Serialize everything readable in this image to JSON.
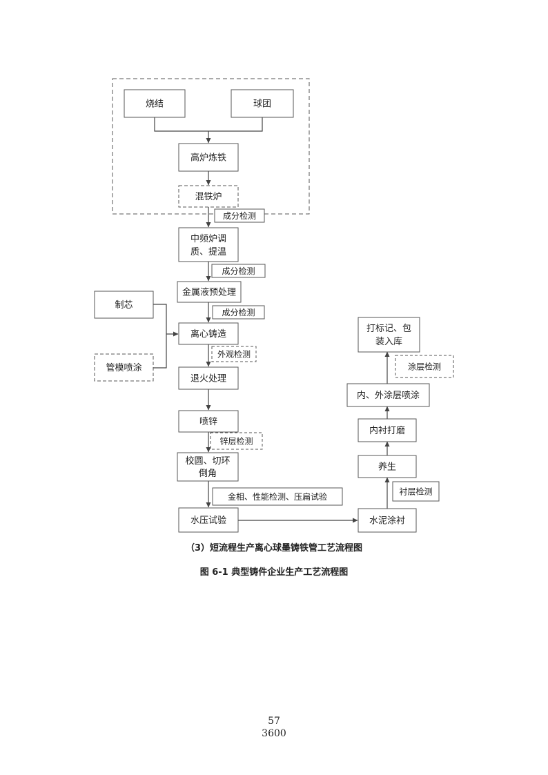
{
  "nodes": {
    "sinter": "烧结",
    "pellet": "球团",
    "blast_furnace": "高炉炼铁",
    "mixer": "混铁炉",
    "mid_freq_1": "中频炉调",
    "mid_freq_2": "质、提温",
    "pretreat": "金属液预处理",
    "core": "制芯",
    "mold_spray": "管模喷涂",
    "centrifugal": "离心铸造",
    "anneal": "退火处理",
    "zinc": "喷锌",
    "calibrate_1": "校圆、切环",
    "calibrate_2": "倒角",
    "hydro_test": "水压试验",
    "cement": "水泥涂衬",
    "curing": "养生",
    "grinding": "内衬打磨",
    "coating": "内、外涂层喷涂",
    "packing_1": "打标记、包",
    "packing_2": "装入库"
  },
  "checks": {
    "comp_1": "成分检测",
    "comp_2": "成分检测",
    "comp_3": "成分检测",
    "appearance": "外观检测",
    "zinc_check": "锌层检测",
    "metallurgy": "金相、性能检测、压扁试验",
    "lining_check": "衬层检测",
    "coating_check": "涂层检测"
  },
  "captions": {
    "sub": "（3）短流程生产离心球墨铸铁管工艺流程图",
    "main": "图 6-1  典型铸件企业生产工艺流程图"
  },
  "page": {
    "number": "57",
    "footer": "3600"
  }
}
